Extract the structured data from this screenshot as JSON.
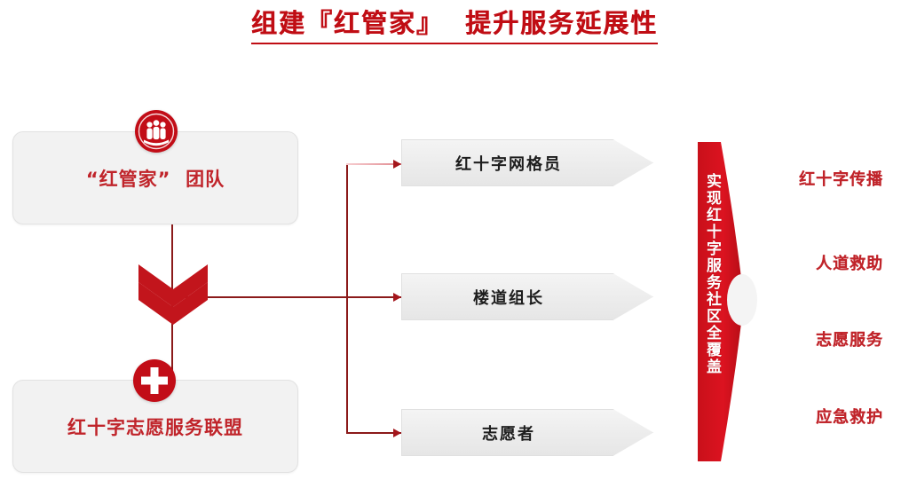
{
  "title": "组建『红管家』  提升服务延展性",
  "colors": {
    "brand_red": "#c20d17",
    "title_red": "#c00d14",
    "label_red": "#c0242a",
    "line_red": "#8b1a1a",
    "box_gray": "#f2f2f2"
  },
  "left_nodes": [
    {
      "label": "“红管家”  团队",
      "icon": "people-group-icon"
    },
    {
      "label": "红十字志愿服务联盟",
      "icon": "red-cross-icon"
    }
  ],
  "flow_connector": {
    "icon": "double-chevron-down-icon"
  },
  "chevron_nodes": [
    {
      "label": "红十字网格员"
    },
    {
      "label": "楼道组长"
    },
    {
      "label": "志愿者"
    }
  ],
  "banner": {
    "text": "实现红十字服务社区全覆盖"
  },
  "right_labels": [
    {
      "label": "红十字传播"
    },
    {
      "label": "人道救助"
    },
    {
      "label": "志愿服务"
    },
    {
      "label": "应急救护"
    }
  ]
}
